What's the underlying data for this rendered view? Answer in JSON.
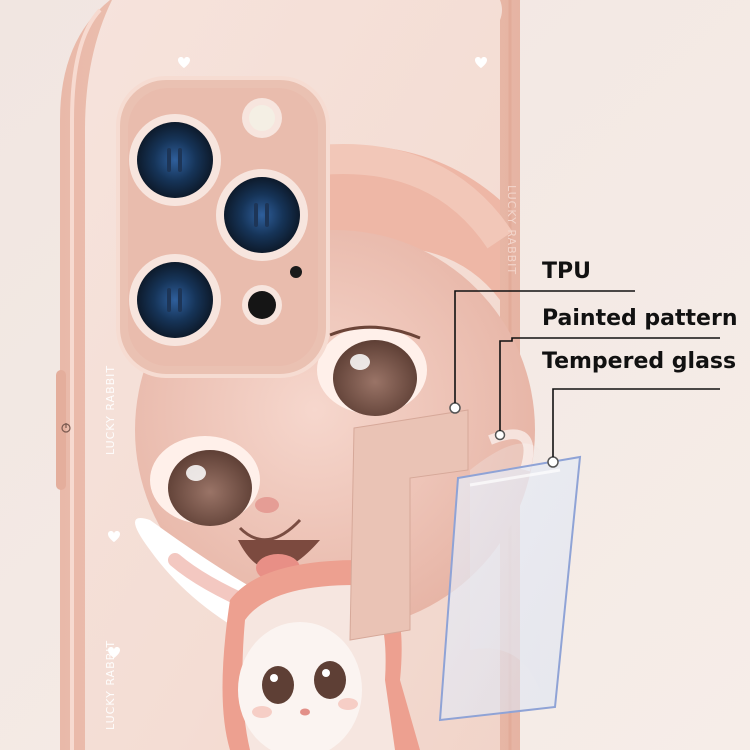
{
  "product": {
    "side_text_left": "LUCKY RABBIT",
    "side_text_right": "LUCKY RABBIT",
    "side_text_top": "LUCKY RABBIT",
    "case_color": "#ecc1b2",
    "background_color": "#f3e9e4"
  },
  "layers": [
    {
      "label": "TPU",
      "part": "case frame"
    },
    {
      "label": "Painted pattern",
      "part": "printed film"
    },
    {
      "label": "Tempered glass",
      "part": "back glass"
    }
  ],
  "icons": [
    "camera-lens-icon",
    "flash-icon",
    "microphone-icon",
    "heart-icon",
    "power-icon"
  ]
}
